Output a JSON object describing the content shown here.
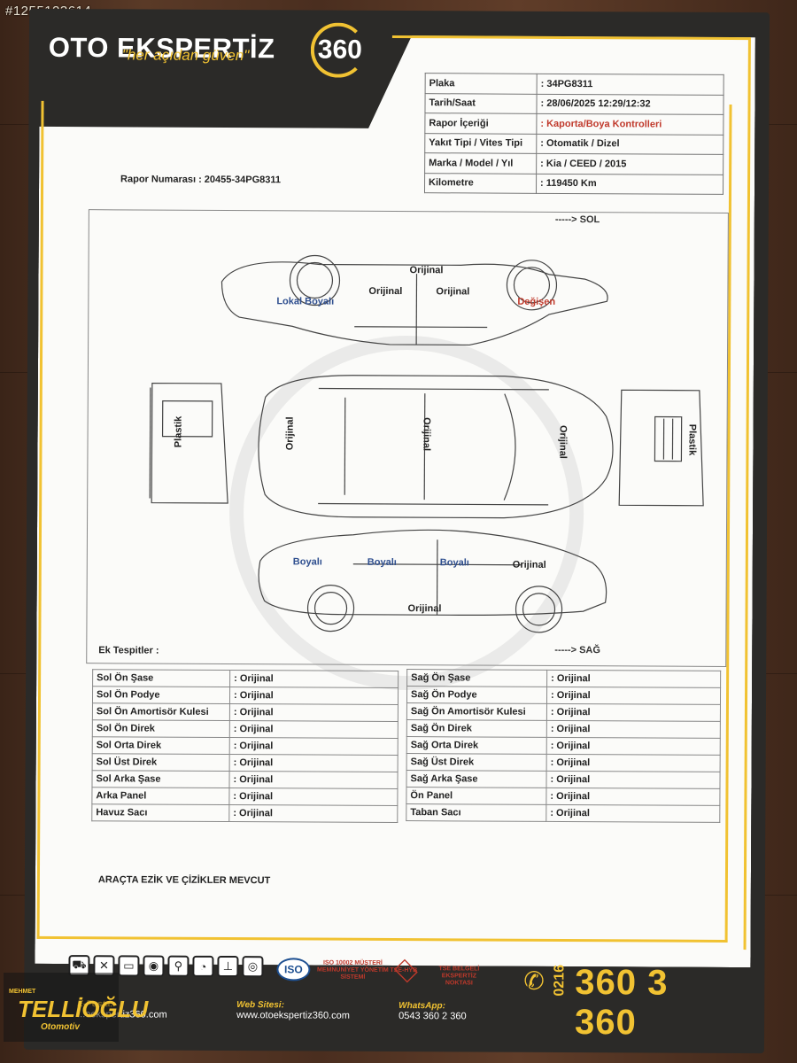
{
  "photo_id": "#1255123614",
  "brand": {
    "name": "OTO EKSPERTİZ",
    "tagline": "\"her açıdan güven\"",
    "badge": "360"
  },
  "info_rows": [
    {
      "key": "Plaka",
      "value": ": 34PG8311"
    },
    {
      "key": "Tarih/Saat",
      "value": ": 28/06/2025  12:29/12:32"
    },
    {
      "key": "Rapor İçeriği",
      "value": ": Kaporta/Boya Kontrolleri"
    },
    {
      "key": "Yakıt Tipi / Vites Tipi",
      "value": ":  Otomatik  / Dizel"
    },
    {
      "key": "Marka / Model / Yıl",
      "value": ": Kia / CEED / 2015"
    },
    {
      "key": "Kilometre",
      "value": ": 119450 Km"
    }
  ],
  "report_number": "Rapor Numarası  : 20455-34PG8311",
  "directions": {
    "left": "-----> SOL",
    "right": "-----> SAĞ"
  },
  "diagram_labels": {
    "top_roof": "Orijinal",
    "top_door_front": "Orijinal",
    "top_door_rear": "Orijinal",
    "top_rear_fender": "Lokal Boyalı",
    "top_front_fender": "Değişen",
    "rear_bumper": "Plastik",
    "trunk": "Orijinal",
    "roof": "Orijinal",
    "hood": "Orijinal",
    "front_bumper": "Plastik",
    "bottom_fender_rear": "Boyalı",
    "bottom_door_rear": "Boyalı",
    "bottom_door_front": "Boyalı",
    "bottom_front_fender": "Orijinal",
    "bottom_sill": "Orijinal"
  },
  "extra_findings_label": "Ek Tespitler :",
  "left_parts": [
    {
      "key": "Sol Ön Şase",
      "value": ": Orijinal"
    },
    {
      "key": "Sol Ön Podye",
      "value": ": Orijinal"
    },
    {
      "key": "Sol Ön Amortisör Kulesi",
      "value": ": Orijinal"
    },
    {
      "key": "Sol Ön Direk",
      "value": ": Orijinal"
    },
    {
      "key": "Sol Orta Direk",
      "value": ": Orijinal"
    },
    {
      "key": "Sol Üst Direk",
      "value": ": Orijinal"
    },
    {
      "key": "Sol Arka Şase",
      "value": ": Orijinal"
    },
    {
      "key": "Arka Panel",
      "value": ": Orijinal"
    },
    {
      "key": "Havuz Sacı",
      "value": ": Orijinal"
    }
  ],
  "right_parts": [
    {
      "key": "Sağ Ön Şase",
      "value": ": Orijinal"
    },
    {
      "key": "Sağ Ön Podye",
      "value": ": Orijinal"
    },
    {
      "key": "Sağ Ön Amortisör Kulesi",
      "value": ": Orijinal"
    },
    {
      "key": "Sağ Ön Direk",
      "value": ": Orijinal"
    },
    {
      "key": "Sağ Orta Direk",
      "value": ": Orijinal"
    },
    {
      "key": "Sağ Üst Direk",
      "value": ": Orijinal"
    },
    {
      "key": "Sağ Arka Şase",
      "value": ": Orijinal"
    },
    {
      "key": "Ön Panel",
      "value": ": Orijinal"
    },
    {
      "key": "Taban Sacı",
      "value": ": Orijinal"
    }
  ],
  "damage_note": "ARAÇTA EZİK VE ÇİZİKLER MEVCUT",
  "certs": {
    "iso": "ISO",
    "iso_text": "ISO 10002 MÜŞTERİ MEMNUNİYET YÖNETİM SİSTEMİ",
    "tse": "TSE-HYB",
    "tse_text": "TSE BELGELİ EKSPERTİZ NOKTASI"
  },
  "phone": {
    "area": "0216",
    "number": "360 3 360"
  },
  "footer": {
    "email_title": "E-Posta:",
    "email": "...oekspertiz360.com",
    "web_title": "Web Sitesi:",
    "web": "www.otoekspertiz360.com",
    "wa_title": "WhatsApp:",
    "wa": "0543 360 2 360"
  },
  "dealer": {
    "small": "MEHMET",
    "name": "TELLİOĞLU",
    "sub": "Otomotiv"
  }
}
